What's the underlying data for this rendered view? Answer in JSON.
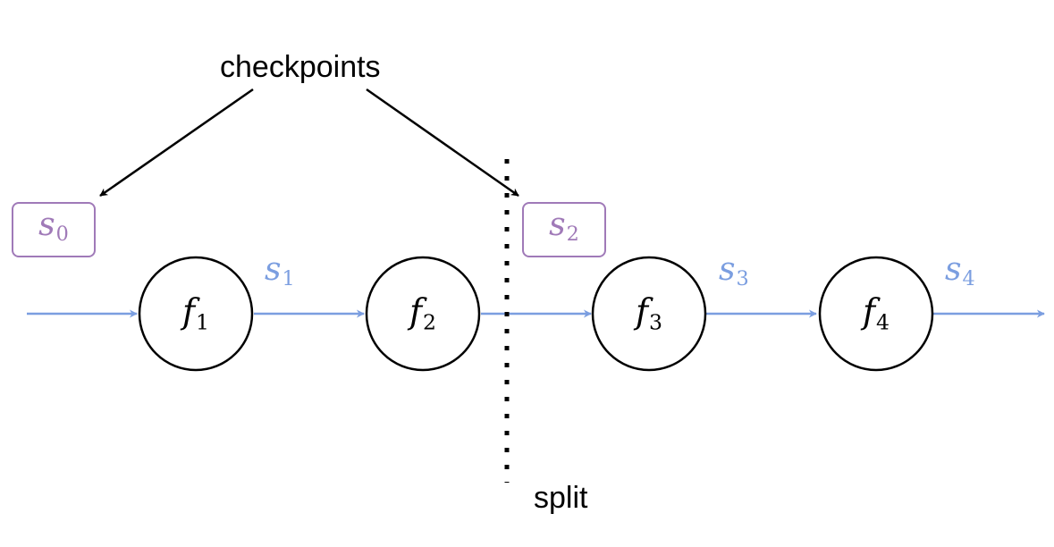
{
  "labels": {
    "checkpoints": "checkpoints",
    "split": "split"
  },
  "functions": [
    {
      "name": "f",
      "sub": "1"
    },
    {
      "name": "f",
      "sub": "2"
    },
    {
      "name": "f",
      "sub": "3"
    },
    {
      "name": "f",
      "sub": "4"
    }
  ],
  "states": [
    {
      "name": "s",
      "sub": "1"
    },
    {
      "name": "s",
      "sub": "3"
    },
    {
      "name": "s",
      "sub": "4"
    }
  ],
  "checkpoint_states": [
    {
      "name": "s",
      "sub": "0"
    },
    {
      "name": "s",
      "sub": "2"
    }
  ],
  "colors": {
    "flow": "#7b9ee0",
    "checkpoint": "#a07ab8",
    "node_stroke": "#000000",
    "split_line": "#000000"
  }
}
